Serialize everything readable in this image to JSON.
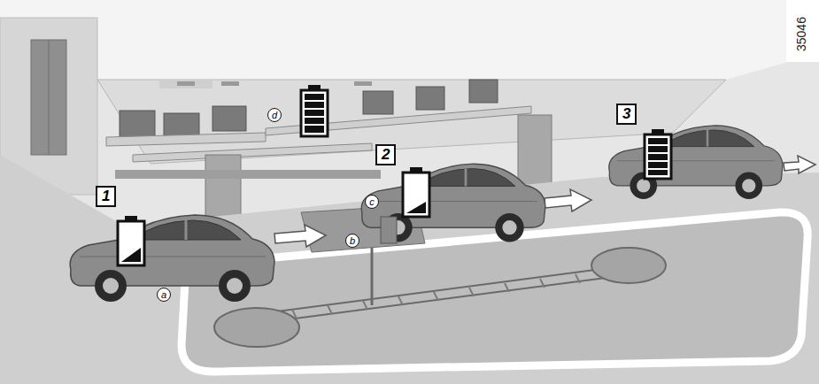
{
  "diagram": {
    "labels": [
      "35046",
      "1",
      "2",
      "3",
      "a",
      "b",
      "c",
      "d"
    ]
  }
}
